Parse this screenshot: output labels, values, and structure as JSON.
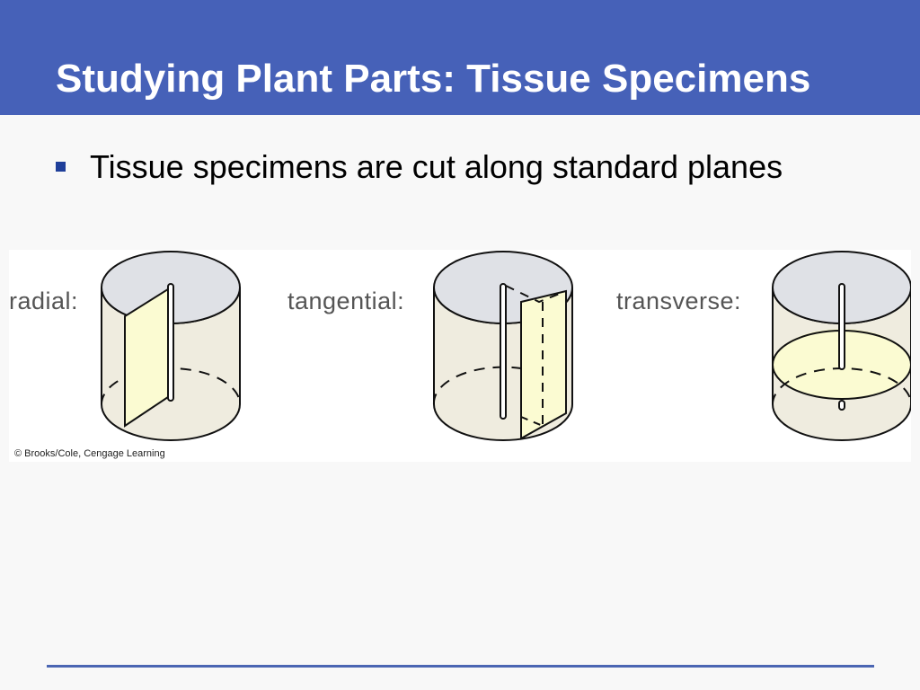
{
  "slide": {
    "title": "Studying Plant Parts: Tissue Specimens",
    "bullet": "Tissue specimens are cut along standard planes"
  },
  "figure": {
    "labels": {
      "radial": "radial:",
      "tangential": "tangential:",
      "transverse": "transverse:"
    },
    "credit": "© Brooks/Cole, Cengage Learning"
  },
  "colors": {
    "title_bar": "#4661b8",
    "bullet_marker": "#1f3f9a",
    "cylinder_body": "#efecdf",
    "cylinder_top": "#dfe1e6",
    "cut_plane": "#fbfbd2",
    "footer_line": "#4b66b3"
  }
}
